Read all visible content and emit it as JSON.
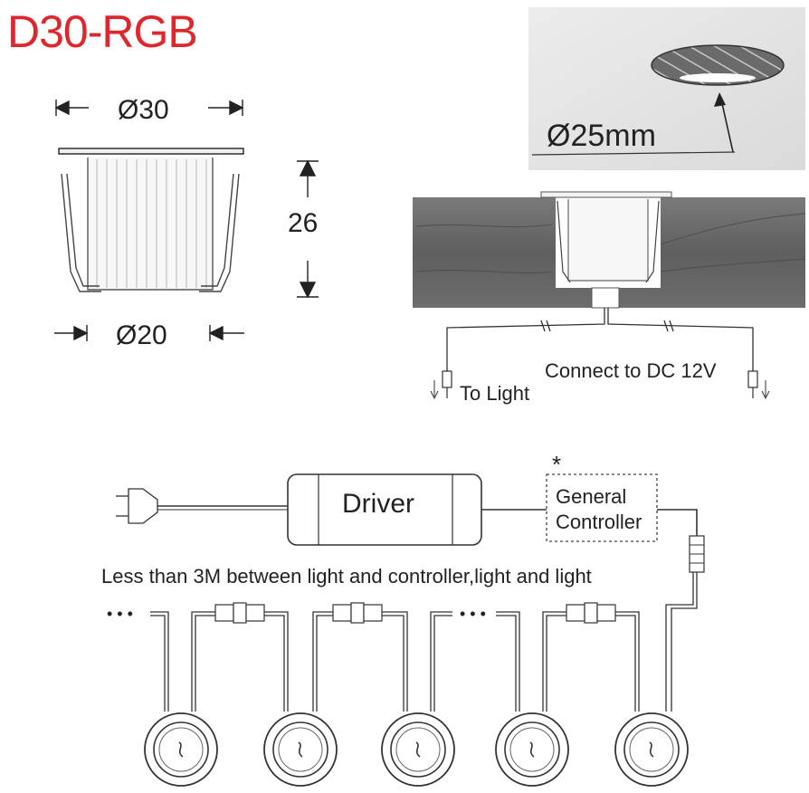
{
  "title": "D30-RGB",
  "dimensions": {
    "top_diameter": "Ø30",
    "height": "26",
    "bottom_diameter": "Ø20",
    "hole_diameter": "Ø25mm"
  },
  "install": {
    "to_light": "To Light",
    "connect_dc": "Connect to DC 12V"
  },
  "wiring": {
    "driver": "Driver",
    "controller_line1": "General",
    "controller_line2": "Controller",
    "asterisk": "*",
    "note": "Less than 3M between light and controller,light and light",
    "dots": "• • •"
  },
  "colors": {
    "title": "#e0262d",
    "line": "#333333",
    "wood": "#6f6f6f",
    "panel": "#e6e6e6"
  }
}
